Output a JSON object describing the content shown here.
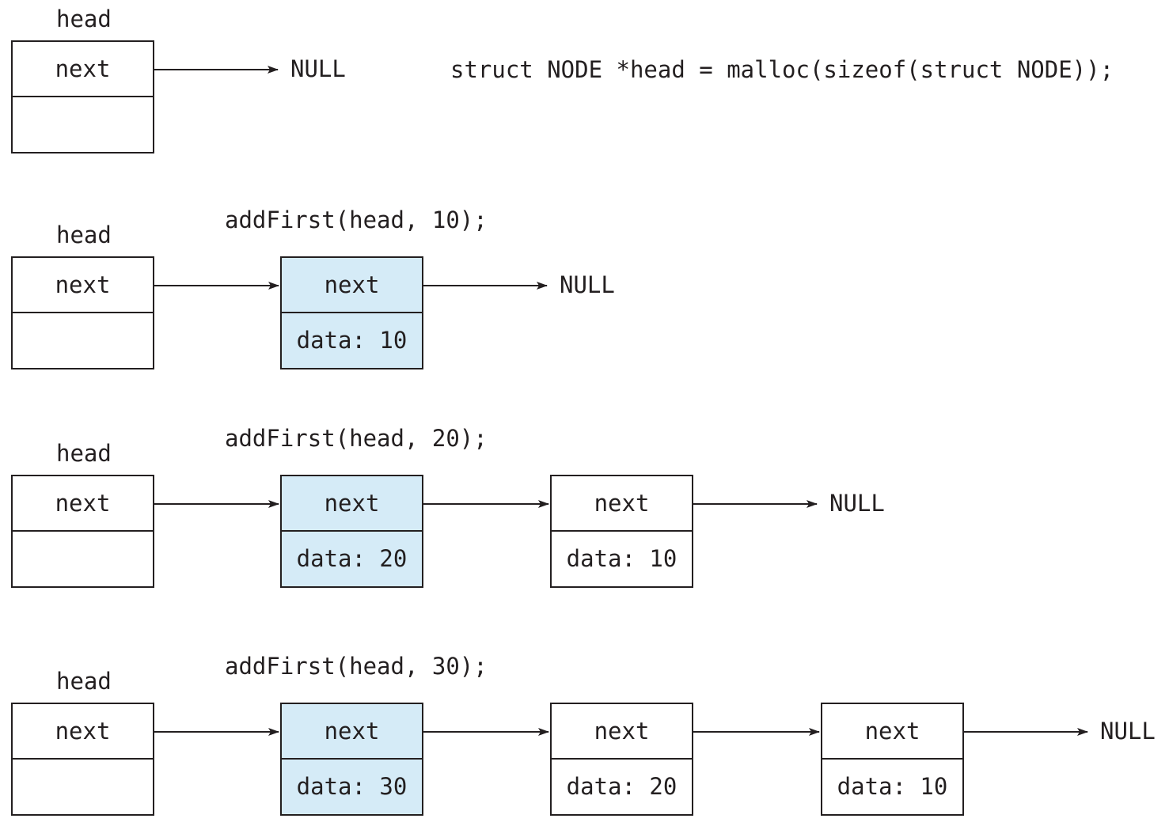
{
  "colors": {
    "stroke": "#231f20",
    "highlight_fill": "#d5ebf7",
    "plain_fill": "#ffffff"
  },
  "rows": [
    {
      "head_label": "head",
      "code": "struct NODE *head = malloc(sizeof(struct NODE));",
      "head_node": {
        "next": "next",
        "data": ""
      },
      "nodes": [],
      "null_label": "NULL"
    },
    {
      "head_label": "head",
      "code": "addFirst(head, 10);",
      "head_node": {
        "next": "next",
        "data": ""
      },
      "nodes": [
        {
          "next": "next",
          "data": "data: 10",
          "highlight": true
        }
      ],
      "null_label": "NULL"
    },
    {
      "head_label": "head",
      "code": "addFirst(head, 20);",
      "head_node": {
        "next": "next",
        "data": ""
      },
      "nodes": [
        {
          "next": "next",
          "data": "data: 20",
          "highlight": true
        },
        {
          "next": "next",
          "data": "data: 10",
          "highlight": false
        }
      ],
      "null_label": "NULL"
    },
    {
      "head_label": "head",
      "code": "addFirst(head, 30);",
      "head_node": {
        "next": "next",
        "data": ""
      },
      "nodes": [
        {
          "next": "next",
          "data": "data: 30",
          "highlight": true
        },
        {
          "next": "next",
          "data": "data: 20",
          "highlight": false
        },
        {
          "next": "next",
          "data": "data: 10",
          "highlight": false
        }
      ],
      "null_label": "NULL"
    }
  ]
}
